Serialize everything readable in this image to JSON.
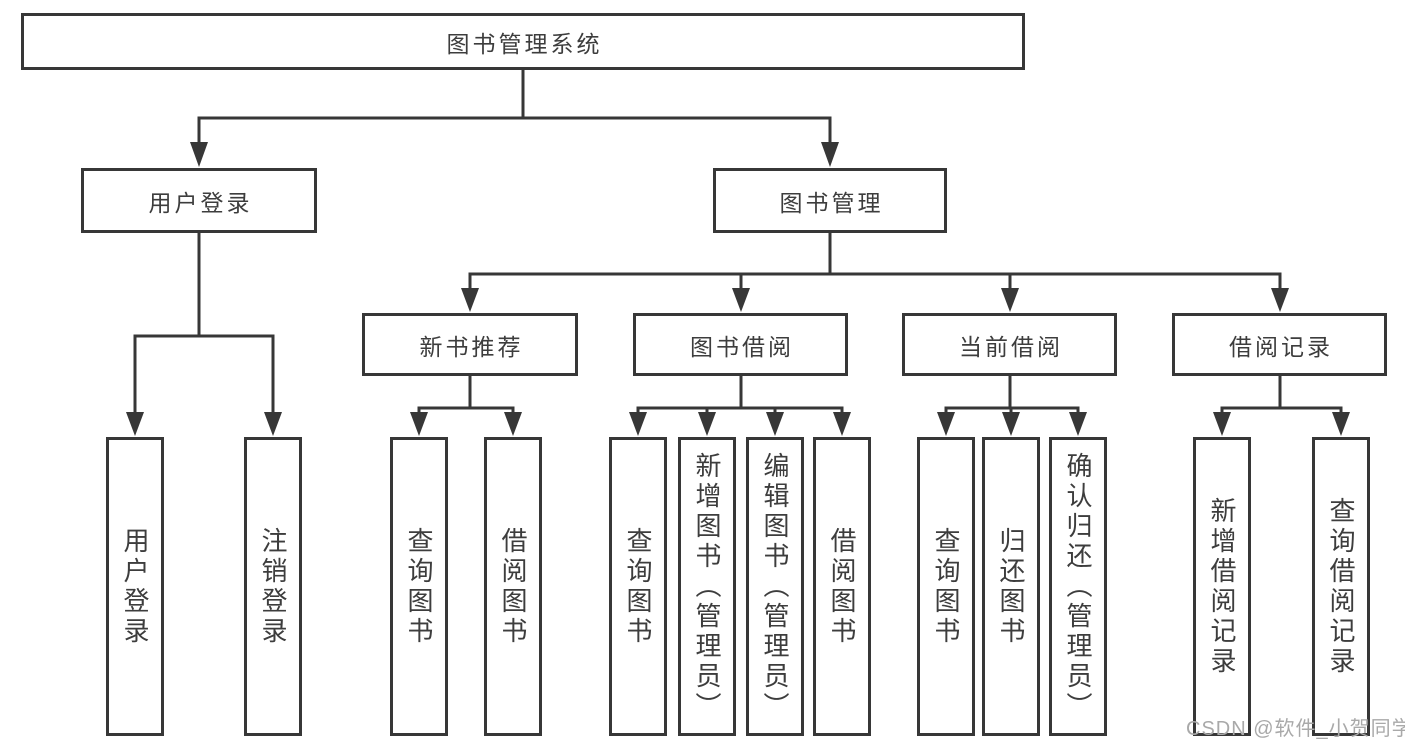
{
  "tree": {
    "root": "图书管理系统",
    "children": [
      {
        "label": "用户登录",
        "children": [
          "用户登录",
          "注销登录"
        ]
      },
      {
        "label": "图书管理",
        "children": [
          {
            "label": "新书推荐",
            "children": [
              "查询图书",
              "借阅图书"
            ]
          },
          {
            "label": "图书借阅",
            "children": [
              "查询图书",
              "新增图书（管理员）",
              "编辑图书（管理员）",
              "借阅图书"
            ]
          },
          {
            "label": "当前借阅",
            "children": [
              "查询图书",
              "归还图书",
              "确认归还（管理员）"
            ]
          },
          {
            "label": "借阅记录",
            "children": [
              "新增借阅记录",
              "查询借阅记录"
            ]
          }
        ]
      }
    ]
  },
  "watermark": {
    "text": "CSDN @软件_小贺同学"
  },
  "colors": {
    "line": "#373737",
    "text": "#3d3d3d",
    "background": "#ffffff",
    "watermark": "#a9a9a9"
  }
}
